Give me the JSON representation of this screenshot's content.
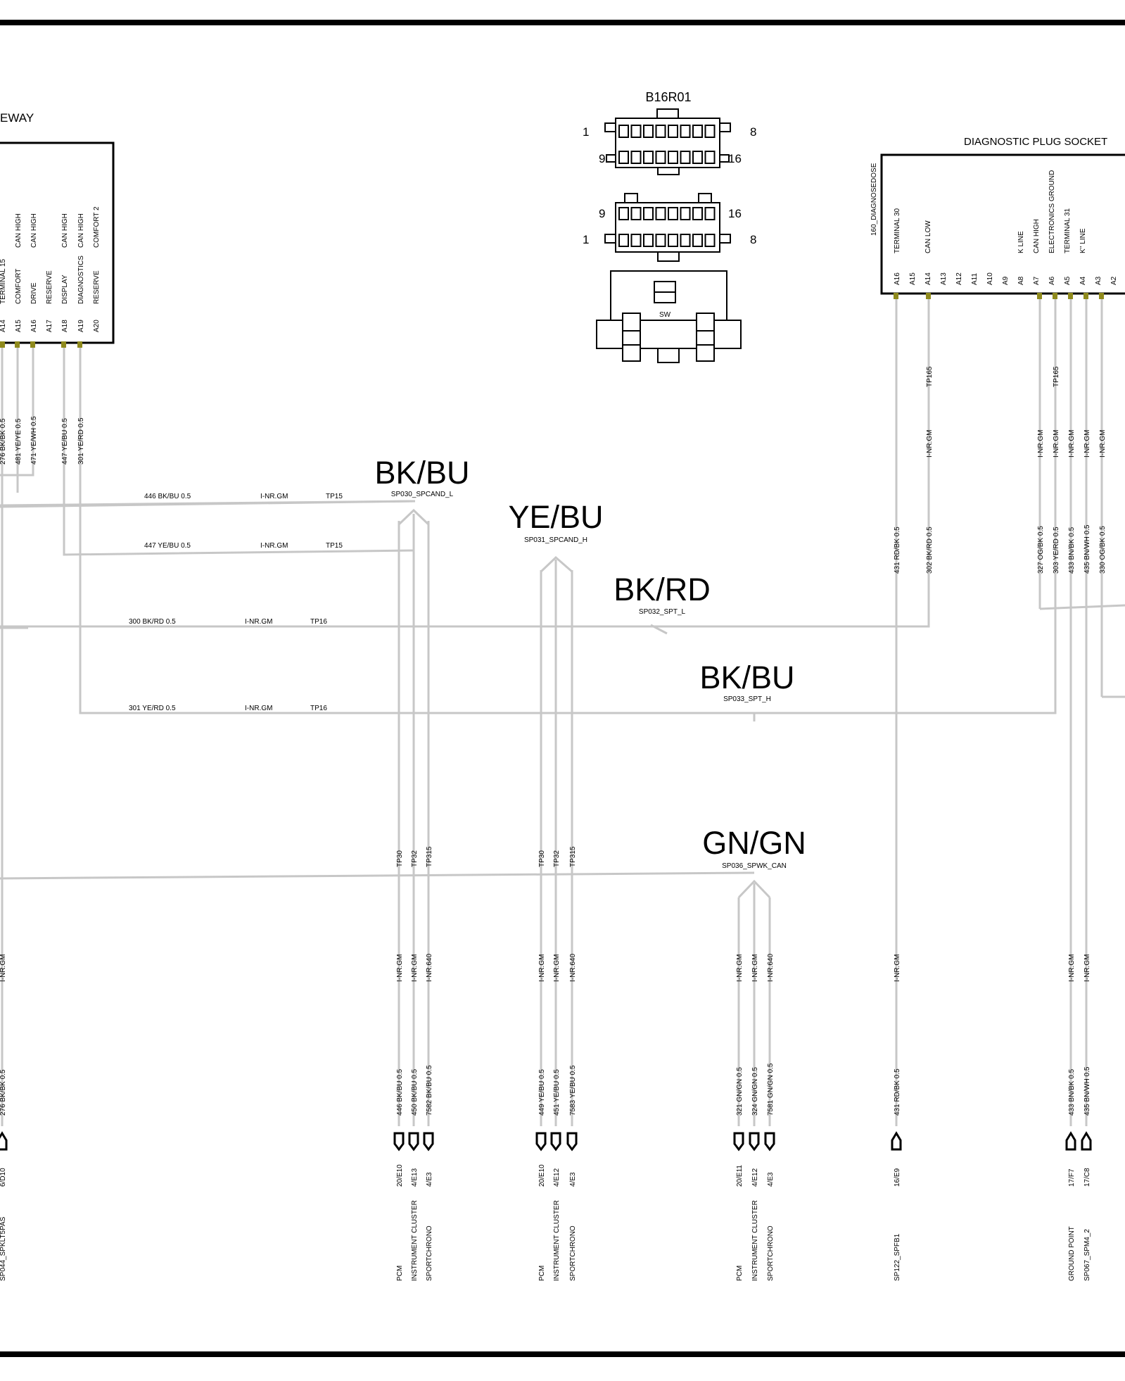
{
  "gateway": {
    "title": "EWAY",
    "col1": [
      "TERMINAL 15",
      "COMFORT",
      "DRIVE",
      "RESERVE",
      "DISPLAY",
      "DIAGNOSTICS",
      "RESERVE"
    ],
    "col2": [
      "",
      "CAN HIGH",
      "CAN HIGH",
      "",
      "CAN HIGH",
      "CAN HIGH",
      "COMFORT  2"
    ],
    "pins": [
      "A14",
      "A15",
      "A16",
      "A17",
      "A18",
      "A19",
      "A20"
    ],
    "wires": [
      "276 BK/BK 0.5",
      "481 YE/YE 0.5",
      "471 YE/WH 0.5",
      "447 YE/BU 0.5",
      "301 YE/RD 0.5"
    ]
  },
  "connector": {
    "name": "B16R01",
    "pin_top_left": "1",
    "pin_top_right": "8",
    "pin_mid_left": "9",
    "pin_mid_right": "16",
    "pin_low_left": "9",
    "pin_low_right": "16",
    "pin_bot_left": "1",
    "pin_bot_right": "8",
    "sw": "SW"
  },
  "diagnostic": {
    "title": "DIAGNOSTIC PLUG SOCKET",
    "side_label": "160_DIAGNOSEDOSE",
    "col1": [
      "TERMINAL 30",
      "",
      "CAN LOW",
      "",
      "",
      "",
      "",
      "",
      "K LINE",
      "CAN HIGH",
      "ELECTRONICS GROUND",
      "TERMINAL 31",
      "K'' LINE",
      ""
    ],
    "pins": [
      "A16",
      "A15",
      "A14",
      "A13",
      "A12",
      "A11",
      "A10",
      "A9",
      "A8",
      "A7",
      "A6",
      "A5",
      "A4",
      "A3",
      "A2"
    ],
    "tp": [
      "TP165",
      "TP165"
    ],
    "inr": [
      "I-NR.GM",
      "I-NR.GM",
      "I-NR.GM",
      "I-NR.GM",
      "I-NR.GM",
      "I-NR.GM"
    ],
    "wires": [
      "431 RD/BK 0.5",
      "302 BK/RD 0.5",
      "327 OG/BK 0.5",
      "303 YE/RD 0.5",
      "433 BN/BK 0.5",
      "435 BN/WH 0.5",
      "330 OG/BK 0.5"
    ]
  },
  "splices": [
    {
      "color": "BK/BU",
      "id": "SP030_SPCAND_L",
      "wire": "446 BK/BU 0.5",
      "inr": "I-NR.GM",
      "tp": "TP15"
    },
    {
      "color": "YE/BU",
      "id": "SP031_SPCAND_H",
      "wire": "447 YE/BU 0.5",
      "inr": "I-NR.GM",
      "tp": "TP15"
    },
    {
      "color": "BK/RD",
      "id": "SP032_SPT_L",
      "wire": "300 BK/RD 0.5",
      "inr": "I-NR.GM",
      "tp": "TP16"
    },
    {
      "color": "BK/BU",
      "id": "SP033_SPT_H",
      "wire": "301  YE/RD 0.5",
      "inr": "I-NR.GM",
      "tp": "TP16"
    },
    {
      "color": "GN/GN",
      "id": "SP036_SPWK_CAN"
    }
  ],
  "drops": [
    {
      "tp": "",
      "inr": "I-NR.GM",
      "wire": "276 BK/BK 0.5",
      "ref": "6/D10",
      "dest": "SP044_SPKLT5PAS"
    },
    {
      "tp": "TP30",
      "inr": "I-NR.GM",
      "wire": "446 BK/BU 0.5",
      "ref": "20/E10",
      "dest": "PCM"
    },
    {
      "tp": "TP32",
      "inr": "I-NR.GM",
      "wire": "450 BK/BU 0.5",
      "ref": "4/E13",
      "dest": "INSTRUMENT CLUSTER"
    },
    {
      "tp": "TP315",
      "inr": "I-NR.640",
      "wire": "7582 BK/BU 0.5",
      "ref": "4/E3",
      "dest": "SPORTCHRONO"
    },
    {
      "tp": "TP30",
      "inr": "I-NR.GM",
      "wire": "449 YE/BU 0.5",
      "ref": "20/E10",
      "dest": "PCM"
    },
    {
      "tp": "TP32",
      "inr": "I-NR.GM",
      "wire": "451 YE/BU 0.5",
      "ref": "4/E12",
      "dest": "INSTRUMENT CLUSTER"
    },
    {
      "tp": "TP315",
      "inr": "I-NR.640",
      "wire": "7583 YE/BU 0.5",
      "ref": "4/E3",
      "dest": "SPORTCHRONO"
    },
    {
      "tp": "",
      "inr": "I-NR.GM",
      "wire": "321 GN/GN 0.5",
      "ref": "20/E11",
      "dest": "PCM"
    },
    {
      "tp": "",
      "inr": "I-NR.GM",
      "wire": "324 GN/GN 0.5",
      "ref": "4/E12",
      "dest": "INSTRUMENT CLUSTER"
    },
    {
      "tp": "",
      "inr": "I-NR.640",
      "wire": "7581 GN/GN 0.5",
      "ref": "4/E3",
      "dest": "SPORTCHRONO"
    },
    {
      "tp": "",
      "inr": "I-NR.GM",
      "wire": "431 RD/BK 0.5",
      "ref": "16/E9",
      "dest": "SP122_SPFB1"
    },
    {
      "tp": "",
      "inr": "I-NR.GM",
      "wire": "433 BN/BK 0.5",
      "ref": "17/F7",
      "dest": "GROUND POINT"
    },
    {
      "tp": "",
      "inr": "I-NR.GM",
      "wire": "435 BN/WH 0.5",
      "ref": "17/C8",
      "dest": "SP067_SPM4_2"
    }
  ]
}
